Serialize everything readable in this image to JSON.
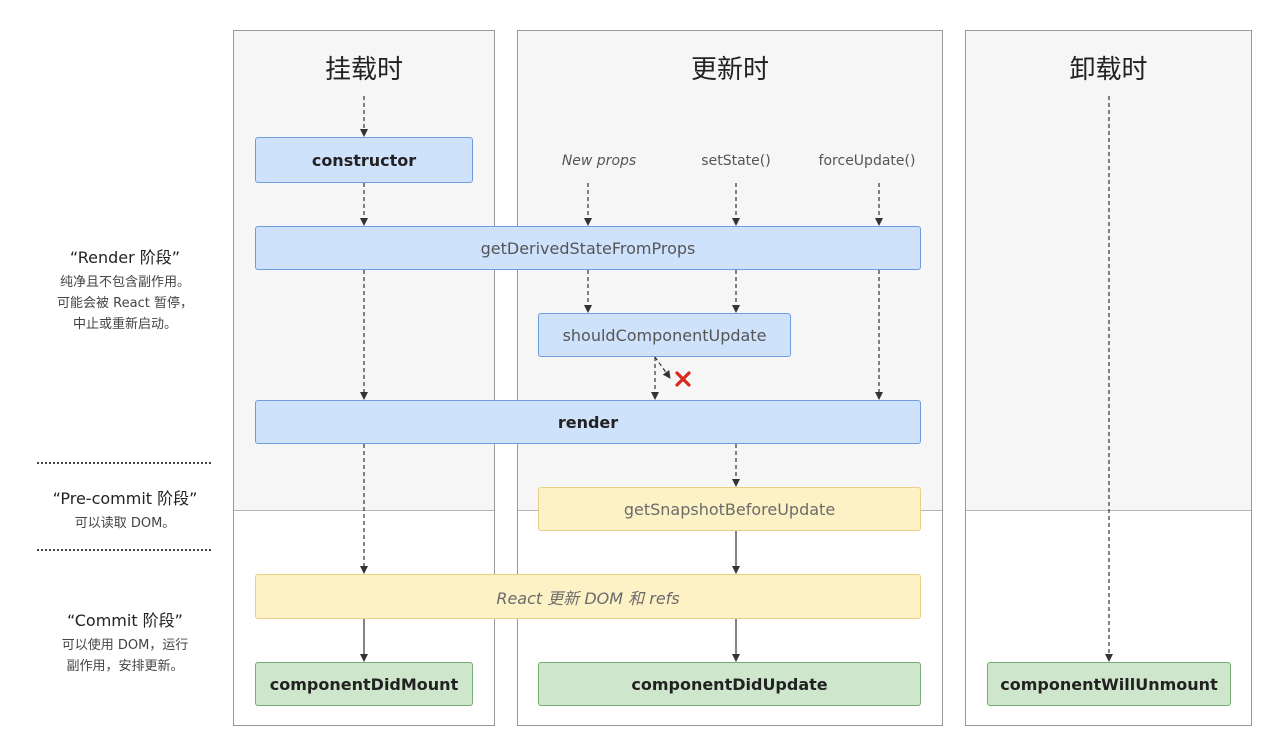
{
  "phases": [
    {
      "title": "“Render 阶段”",
      "desc": [
        "纯净且不包含副作用。",
        "可能会被 React 暂停，",
        "中止或重新启动。"
      ]
    },
    {
      "title": "“Pre-commit 阶段”",
      "desc": [
        "可以读取 DOM。"
      ]
    },
    {
      "title": "“Commit 阶段”",
      "desc": [
        "可以使用 DOM，运行",
        "副作用，安排更新。"
      ]
    }
  ],
  "columns": {
    "mounting": "挂载时",
    "updating": "更新时",
    "unmounting": "卸载时"
  },
  "triggers": {
    "new_props": "New props",
    "set_state": "setState()",
    "force_update": "forceUpdate()"
  },
  "nodes": {
    "constructor": "constructor",
    "get_derived_state": "getDerivedStateFromProps",
    "should_update": "shouldComponentUpdate",
    "render": "render",
    "snapshot": "getSnapshotBeforeUpdate",
    "react_updates_dom": "React 更新 DOM 和 refs",
    "did_mount": "componentDidMount",
    "did_update": "componentDidUpdate",
    "will_unmount": "componentWillUnmount"
  },
  "colors": {
    "render_node": "#cfe2fc",
    "precommit_node": "#fdf1c6",
    "commit_node": "#cee6cb",
    "cancel_mark": "#d9281c"
  }
}
